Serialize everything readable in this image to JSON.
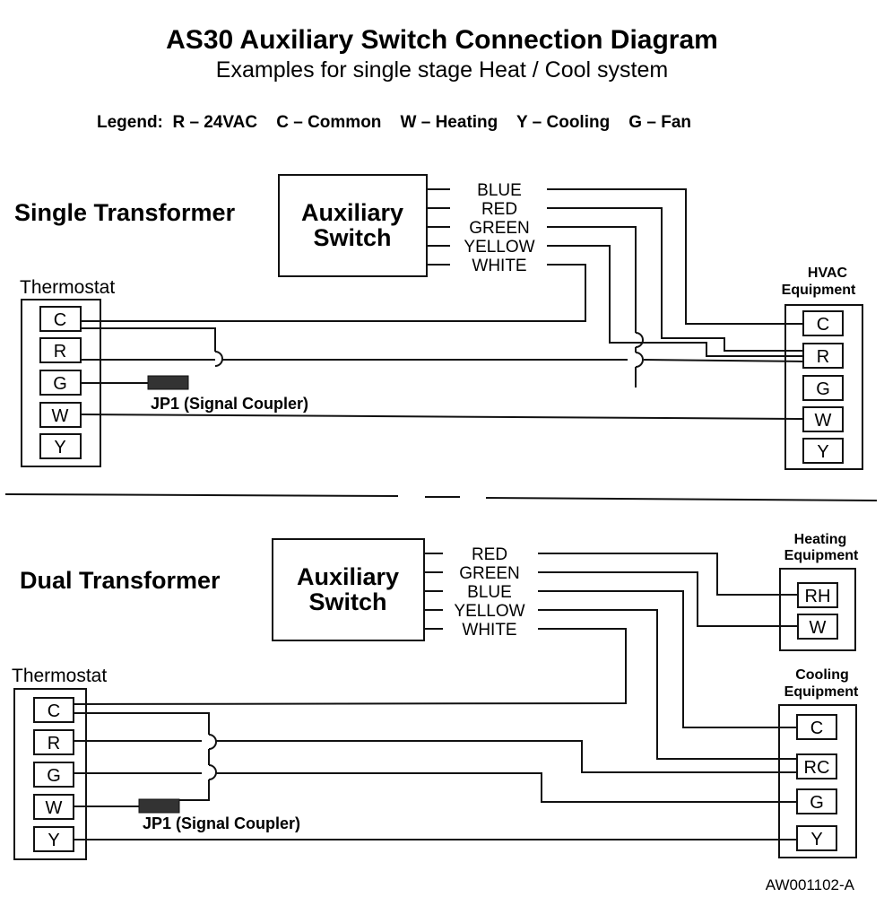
{
  "title": "AS30 Auxiliary Switch Connection Diagram",
  "subtitle": "Examples for single stage Heat / Cool system",
  "legend": "Legend:  R – 24VAC    C – Common    W – Heating    Y – Cooling    G – Fan",
  "single": {
    "heading": "Single Transformer",
    "switch_line1": "Auxiliary",
    "switch_line2": "Switch",
    "wires": [
      "BLUE",
      "RED",
      "GREEN",
      "YELLOW",
      "WHITE"
    ],
    "thermostat_label": "Thermostat",
    "thermostat_terminals": [
      "C",
      "R",
      "G",
      "W",
      "Y"
    ],
    "hvac_line1": "HVAC",
    "hvac_line2": "Equipment",
    "hvac_terminals": [
      "C",
      "R",
      "G",
      "W",
      "Y"
    ],
    "jp1": "JP1 (Signal Coupler)"
  },
  "dual": {
    "heading": "Dual Transformer",
    "switch_line1": "Auxiliary",
    "switch_line2": "Switch",
    "wires": [
      "RED",
      "GREEN",
      "BLUE",
      "YELLOW",
      "WHITE"
    ],
    "thermostat_label": "Thermostat",
    "thermostat_terminals": [
      "C",
      "R",
      "G",
      "W",
      "Y"
    ],
    "heating_line1": "Heating",
    "heating_line2": "Equipment",
    "heating_terminals": [
      "RH",
      "W"
    ],
    "cooling_line1": "Cooling",
    "cooling_line2": "Equipment",
    "cooling_terminals": [
      "C",
      "RC",
      "G",
      "Y"
    ],
    "jp1": "JP1 (Signal Coupler)"
  },
  "drawing_code": "AW001102-A"
}
